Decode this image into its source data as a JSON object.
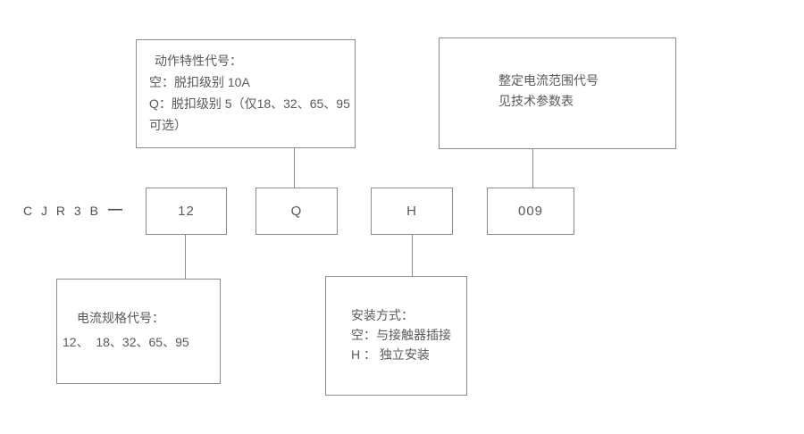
{
  "diagram": {
    "title_meaning": "CJR3B thermal relay model designation diagram",
    "model_prefix": "C J R 3 B",
    "separator": "—",
    "code_boxes": [
      {
        "value": "12"
      },
      {
        "value": "Q"
      },
      {
        "value": "H"
      },
      {
        "value": "009"
      }
    ],
    "callouts": {
      "action_characteristic": {
        "lines": [
          "动作特性代号：",
          "空：脱扣级别 10A",
          "Q：脱扣级别 5（仅18、32、65、95",
          "可选）"
        ]
      },
      "setting_current_range": {
        "lines": [
          "整定电流范围代号",
          "见技术参数表"
        ]
      },
      "current_spec": {
        "lines": [
          "电流规格代号：",
          "12、  18、32、65、95"
        ]
      },
      "mounting_type": {
        "lines": [
          "安装方式：",
          "空：与接触器插接",
          "H ： 独立安装"
        ]
      }
    },
    "colors": {
      "background": "#ffffff",
      "border": "#8c8c8c",
      "text": "#595959"
    }
  }
}
